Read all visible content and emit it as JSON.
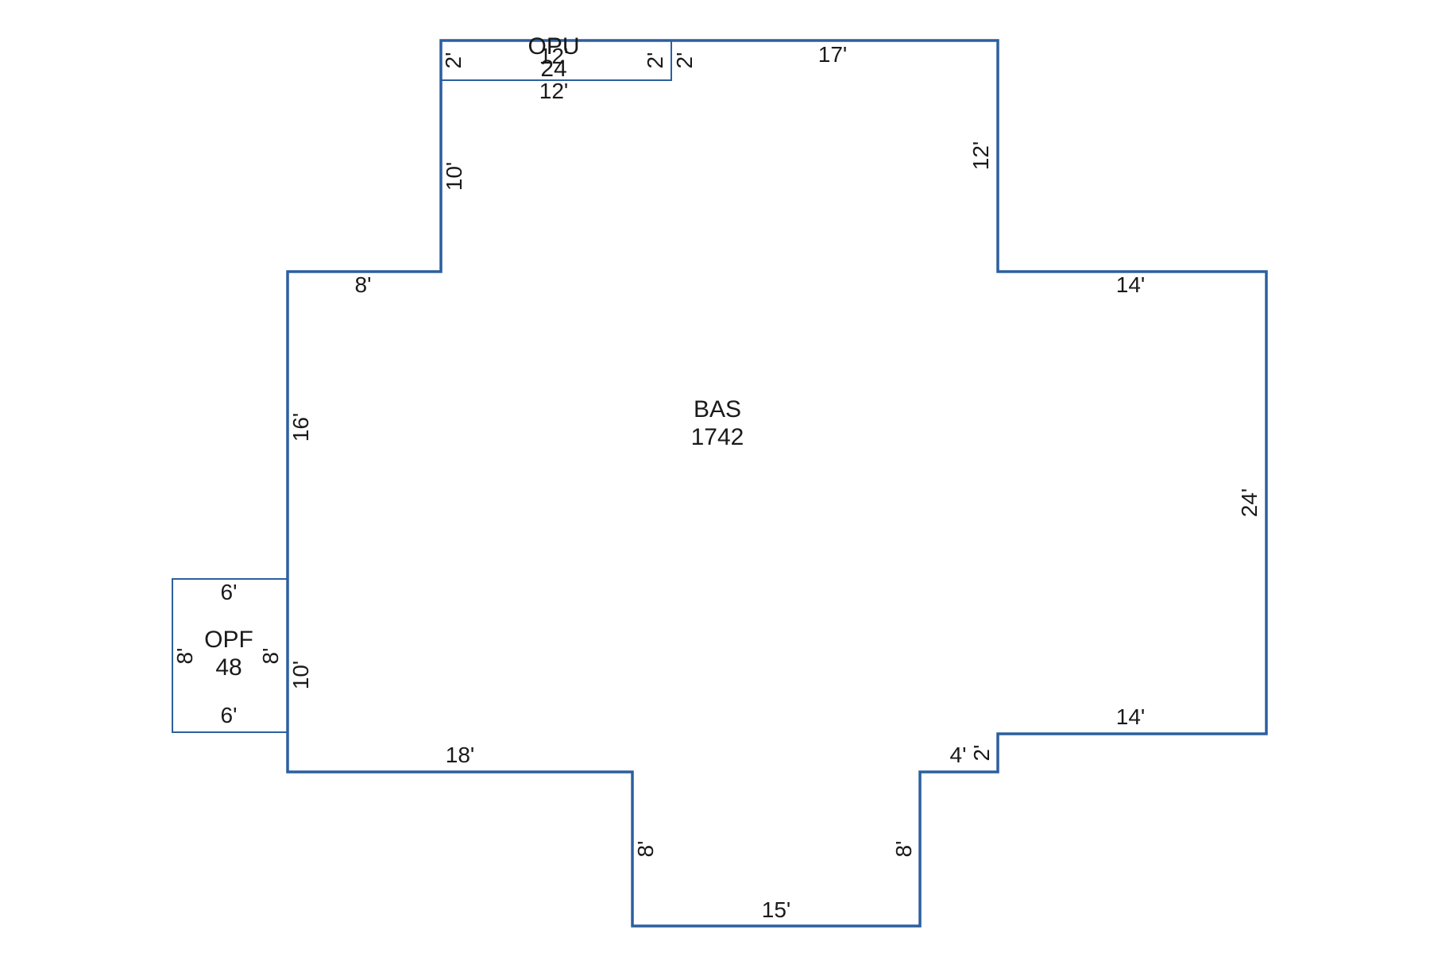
{
  "colors": {
    "outline": "#2c5f9e",
    "text": "#1a1a1a",
    "background": "#ffffff"
  },
  "areas": {
    "bas": {
      "code": "BAS",
      "sqft": "1742"
    },
    "opf": {
      "code": "OPF",
      "sqft": "48"
    },
    "opu": {
      "code": "OPU",
      "sqft": "24"
    }
  },
  "dimensions": {
    "bas_top_right": "17'",
    "bas_right_upper": "12'",
    "bas_right_step_top": "14'",
    "bas_right": "24'",
    "bas_right_step_bottom": "14'",
    "bas_notch_vertical": "2'",
    "bas_notch_horizontal": "4'",
    "bas_bottom_right_vertical": "8'",
    "bas_bottom": "15'",
    "bas_bottom_left_vertical": "8'",
    "bas_bottom_left": "18'",
    "bas_left_lower": "10'",
    "bas_left_upper": "16'",
    "bas_left_step": "8'",
    "bas_top_left_vertical": "10'",
    "bas_top_junction": "2'",
    "opu_bottom": "12'",
    "opu_top": "12'",
    "opu_left": "2'",
    "opu_right": "2'",
    "opf_top": "6'",
    "opf_bottom": "6'",
    "opf_left": "8'",
    "opf_right": "8'"
  }
}
